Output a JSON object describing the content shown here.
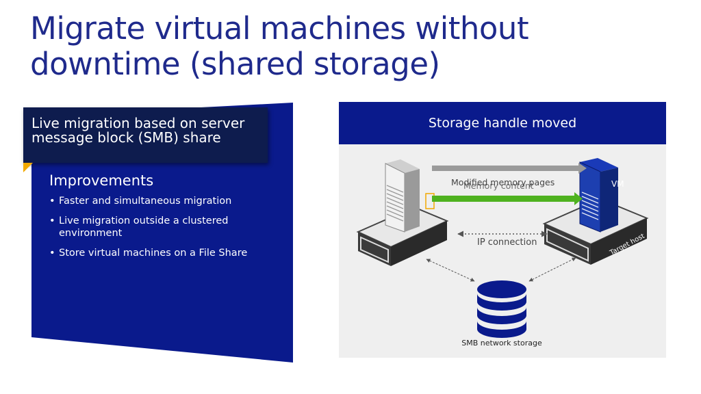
{
  "slide": {
    "title_lines": [
      "Migrate virtual machines without",
      "downtime (shared storage)"
    ]
  },
  "left": {
    "header_lines": [
      "Live migration based on server",
      "message block (SMB) share"
    ],
    "section_title": "Improvements",
    "bullets": [
      "Faster and simultaneous migration",
      "Live migration outside a clustered environment",
      "Store virtual machines on a File Share"
    ]
  },
  "diagram": {
    "header": "Storage handle moved",
    "modified_label": "Modified memory pages",
    "memory_label": "Memory content",
    "vm_label": "VM",
    "ip_label": "IP connection",
    "target_label": "Target host",
    "storage_label": "SMB network storage"
  },
  "colors": {
    "title": "#1f2a8c",
    "panel": "#0a1a8c",
    "header_card": "#0e1c4e",
    "accent": "#f2a900",
    "memory_arrow": "#4fb21f"
  }
}
